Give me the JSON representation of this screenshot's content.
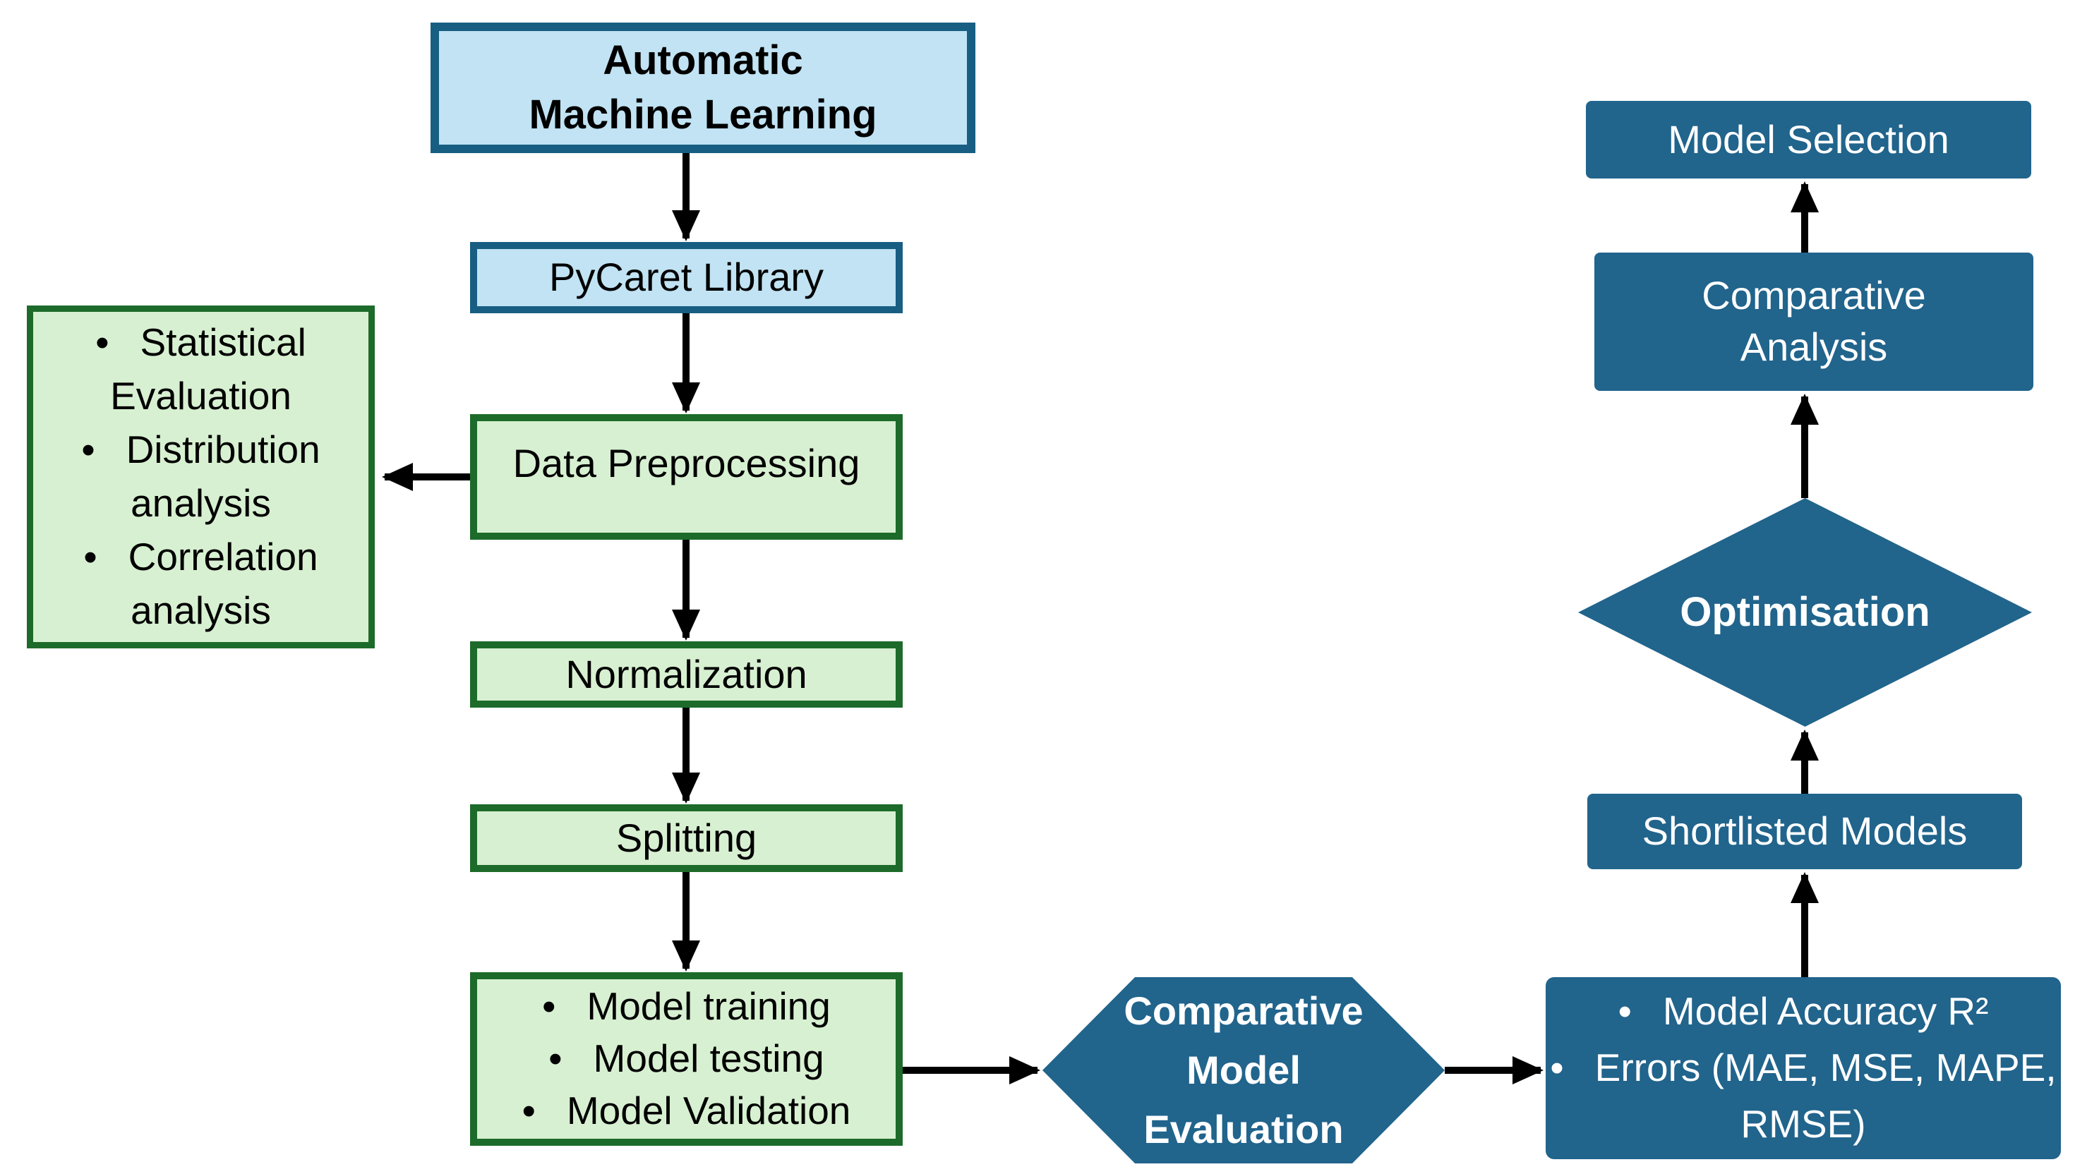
{
  "nodes": {
    "automl": "Automatic\nMachine Learning",
    "pycaret": "PyCaret Library",
    "data_preprocessing": "Data Preprocessing",
    "normalization": "Normalization",
    "splitting": "Splitting",
    "comparative_model_evaluation": "Comparative\nModel\nEvaluation",
    "shortlisted_models": "Shortlisted Models",
    "optimisation": "Optimisation",
    "comparative_analysis": "Comparative\nAnalysis",
    "model_selection": "Model Selection"
  },
  "lists": {
    "preprocessing_outputs": [
      "Statistical Evaluation",
      "Distribution analysis",
      "Correlation analysis"
    ],
    "model_steps": [
      "Model training",
      "Model testing",
      "Model Validation"
    ],
    "evaluation_metrics": [
      "Model Accuracy R²",
      "Errors (MAE, MSE, MAPE, RMSE)"
    ]
  },
  "colors": {
    "light_blue_fill": "#c1e3f3",
    "blue_border": "#175e82",
    "light_green_fill": "#d7f0d1",
    "green_border": "#1d6b2a",
    "teal_fill": "#21648c",
    "arrow": "#000000",
    "text_dark": "#000000",
    "text_light": "#ffffff"
  }
}
